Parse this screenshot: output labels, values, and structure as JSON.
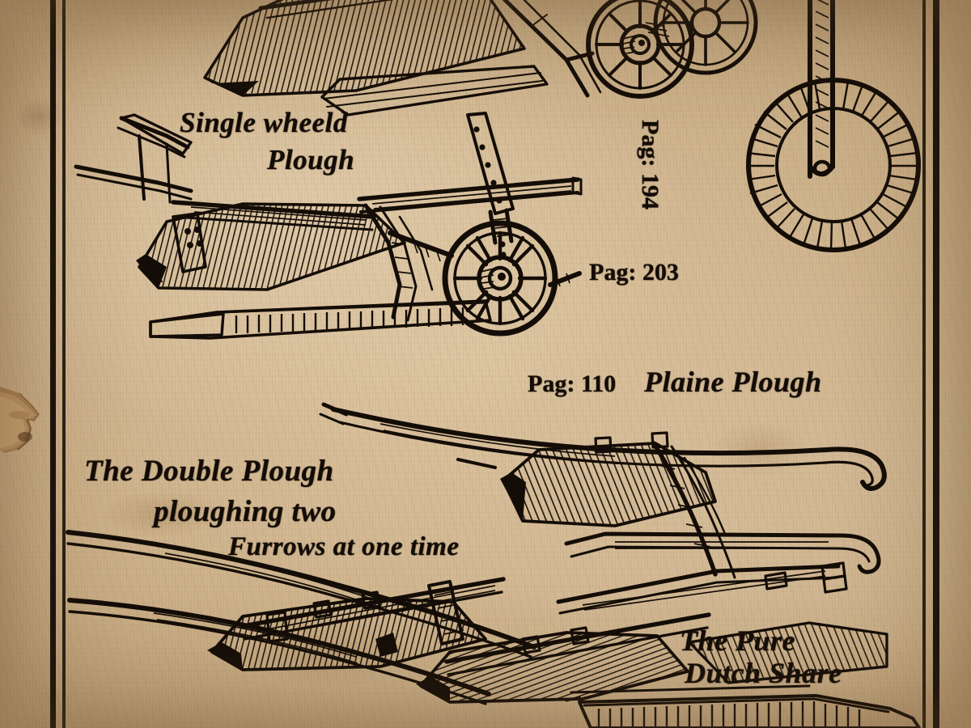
{
  "plate": {
    "title": "Plough Plate",
    "paper_color": "#d3b993",
    "ink_color": "#140d07",
    "border": "double-rule"
  },
  "captions": {
    "single_wheeld": "Single wheeld",
    "single_plough": "Plough",
    "pag_203": "Pag: 203",
    "pag_194": "Pag: 194",
    "pag_110": "Pag: 110",
    "plaine_plough": "Plaine Plough",
    "double_line1": "The Double Plough",
    "double_line2": "ploughing two",
    "double_line3": "Furrows at one time",
    "pure_line1": "The Pure",
    "pure_line2": "Dutch Share"
  },
  "figures": [
    {
      "name": "top-plough-fragment",
      "label": null,
      "description": "partially cropped plough body with hatched mouldboard at top of plate"
    },
    {
      "name": "cart-wheels-pair",
      "label": null,
      "description": "two overlapping spoked cart wheels, upper right of centre"
    },
    {
      "name": "solid-hatched-wheel",
      "label": "Pag: 194",
      "description": "large radially hatched wheel on a vertical beam, top right"
    },
    {
      "name": "single-wheeld-plough",
      "label": "Single wheeld Plough",
      "page_ref": "Pag: 203",
      "description": "plough with one spoked wheel, rivet-hole adjusting strap and hatched mouldboard"
    },
    {
      "name": "plaine-plough",
      "label": "Plaine Plough",
      "page_ref": "Pag: 110",
      "description": "wheel-less plough with curved beam ending in a hook"
    },
    {
      "name": "double-plough",
      "label": "The Double Plough ploughing two Furrows at one time",
      "description": "twin-bodied plough with two stacked shares and long curved beams"
    },
    {
      "name": "pure-dutch-share",
      "label": "The Pure Dutch Share",
      "description": "toothed, finely hatched share blade along the bottom edge"
    }
  ]
}
